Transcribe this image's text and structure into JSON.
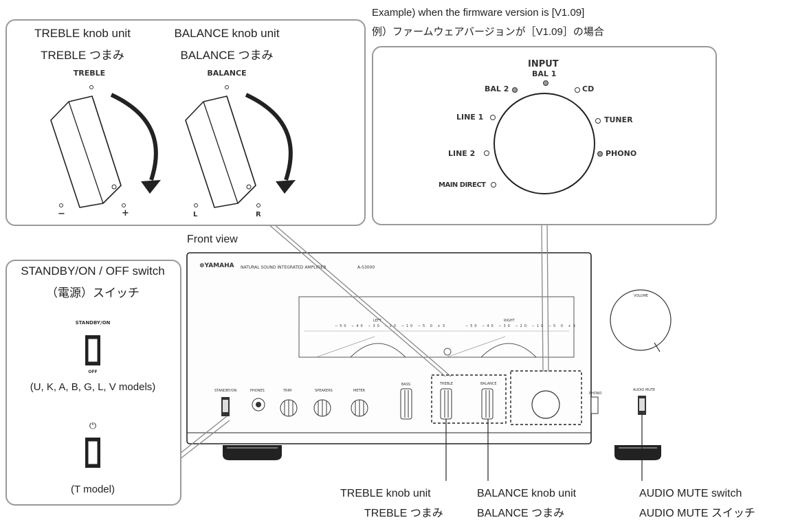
{
  "treble_callout": {
    "en": "TREBLE knob unit",
    "jp": "TREBLE つまみ",
    "panel": "TREBLE",
    "minus": "−",
    "plus": "+"
  },
  "balance_callout": {
    "en": "BALANCE knob unit",
    "jp": "BALANCE つまみ",
    "panel": "BALANCE",
    "left": "L",
    "right": "R"
  },
  "firmware": {
    "en": "Example) when the firmware version is [V1.09]",
    "jp": "例）ファームウェアバージョンが［V1.09］の場合"
  },
  "input_selector": {
    "title": "INPUT",
    "items": [
      "BAL 2",
      "BAL 1",
      "CD",
      "LINE 1",
      "TUNER",
      "LINE 2",
      "PHONO",
      "MAIN DIRECT"
    ],
    "led_colors": {
      "lit": "#9a9a9a",
      "off": "#ffffff"
    }
  },
  "front_view": "Front view",
  "standby": {
    "en": "STANDBY/ON / OFF switch",
    "jp": "（電源）スイッチ",
    "panel_top": "STANDBY/ON",
    "panel_bottom": "OFF",
    "models_1": "(U, K, A, B, G, L, V models)",
    "power_symbol": "⏻",
    "models_2": "(T model)"
  },
  "amp": {
    "brand": "⊛YAMAHA",
    "tagline": "NATURAL SOUND INTEGRATED AMPLIFIER",
    "model": "A-S3000",
    "meter_left": "LEFT",
    "meter_right": "RIGHT",
    "meter_scale": [
      "−50",
      "−40",
      "−30",
      "−20",
      "−10",
      "−5",
      "0",
      "+3"
    ],
    "volume": "VOLUME",
    "standby": "STANDBY/ON",
    "phones": "PHONES",
    "trim": "TRIM",
    "speakers": "SPEAKERS",
    "meter": "METER",
    "bass": "BASS",
    "treble": "TREBLE",
    "balance": "BALANCE",
    "phono": "PHONO",
    "audio_mute": "AUDIO MUTE"
  },
  "bottom": {
    "treble_en": "TREBLE knob unit",
    "treble_jp": "TREBLE つまみ",
    "balance_en": "BALANCE knob unit",
    "balance_jp": "BALANCE つまみ",
    "mute_en": "AUDIO MUTE switch",
    "mute_jp": "AUDIO MUTE スイッチ"
  }
}
